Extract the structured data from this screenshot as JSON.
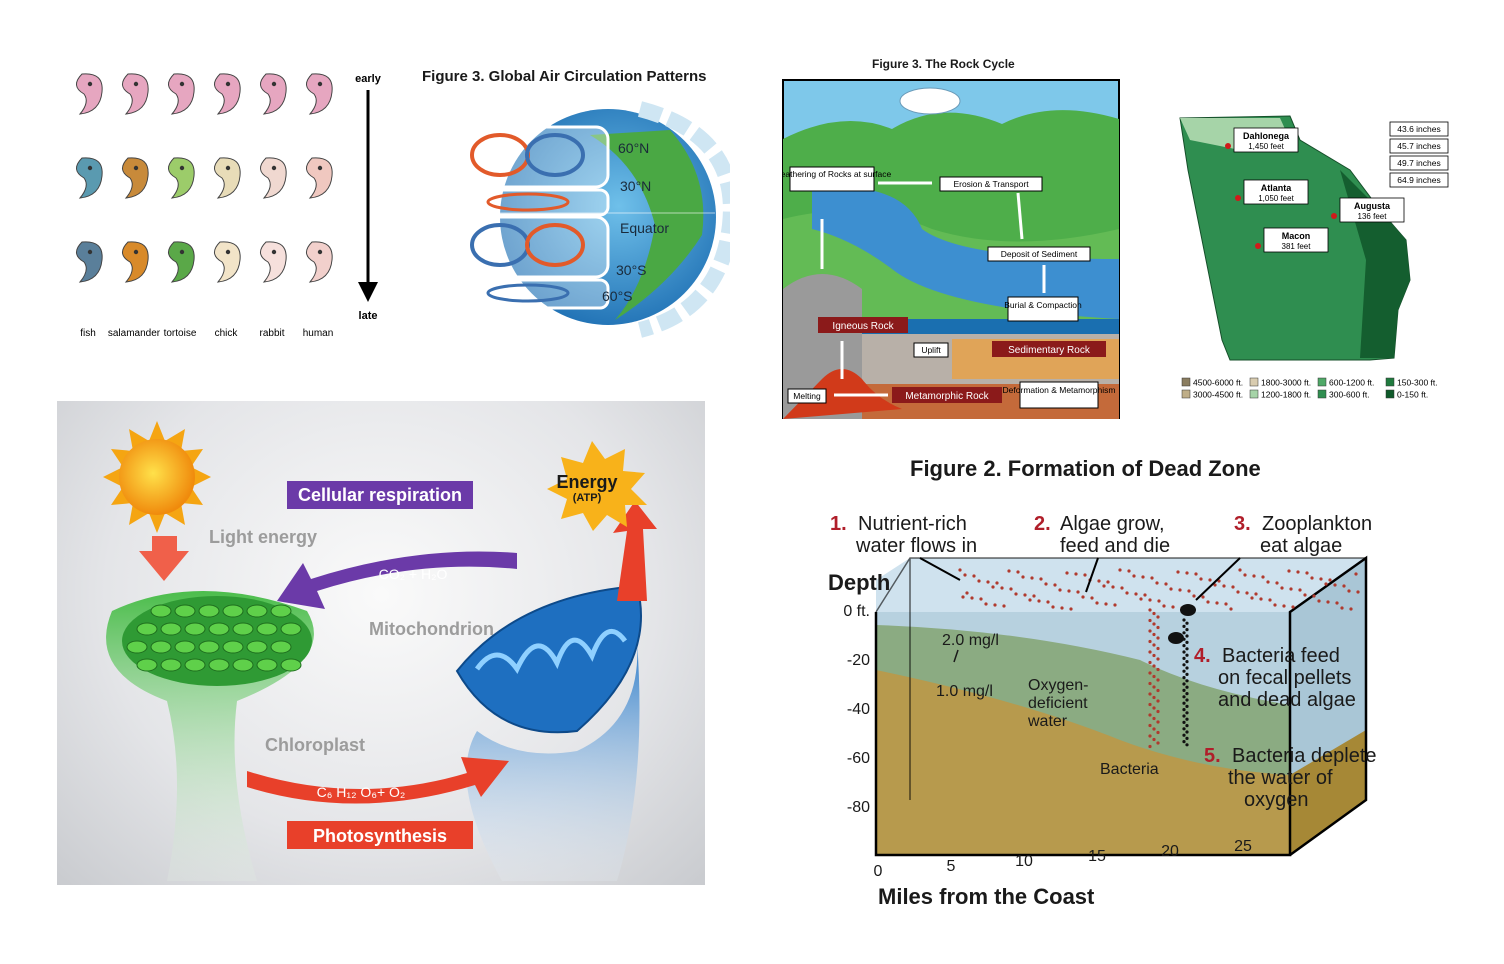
{
  "embryo": {
    "species": [
      "fish",
      "salamander",
      "tortoise",
      "chick",
      "rabbit",
      "human"
    ],
    "early": "early",
    "late": "late"
  },
  "air": {
    "title": "Figure 3. Global Air Circulation Patterns",
    "labels": [
      "60°N",
      "30°N",
      "Equator",
      "30°S",
      "60°S"
    ]
  },
  "rock": {
    "title": "Figure 3. The Rock Cycle",
    "boxes": [
      "Weathering of Rocks at surface",
      "Erosion & Transport",
      "Deposit of Sediment",
      "Burial & Compaction",
      "Uplift",
      "Deformation & Metamorphism",
      "Melting"
    ],
    "rocks": [
      "Igneous Rock",
      "Sedimentary Rock",
      "Metamorphic Rock"
    ]
  },
  "georgia": {
    "cities": [
      {
        "name": "Dahlonega",
        "elev": "1,450 feet"
      },
      {
        "name": "Atlanta",
        "elev": "1,050 feet"
      },
      {
        "name": "Augusta",
        "elev": "136 feet"
      },
      {
        "name": "Macon",
        "elev": "381 feet"
      }
    ],
    "rain": [
      "43.6 inches",
      "45.7 inches",
      "49.7 inches",
      "64.9 inches"
    ],
    "legend": [
      {
        "label": "4500-6000 ft.",
        "color": "#8a7d60"
      },
      {
        "label": "1800-3000 ft.",
        "color": "#d9ccb0"
      },
      {
        "label": "600-1200 ft.",
        "color": "#4fa867"
      },
      {
        "label": "150-300 ft.",
        "color": "#1f7a3e"
      },
      {
        "label": "3000-4500 ft.",
        "color": "#bfae88"
      },
      {
        "label": "1200-1800 ft.",
        "color": "#a6d4a8"
      },
      {
        "label": "300-600 ft.",
        "color": "#2f8e50"
      },
      {
        "label": "0-150 ft.",
        "color": "#0f5a2a"
      }
    ]
  },
  "cycle": {
    "resp": "Cellular respiration",
    "photo": "Photosynthesis",
    "light": "Light energy",
    "mito": "Mitochondrion",
    "chloro": "Chloroplast",
    "energy": "Energy",
    "atp": "(ATP)",
    "co2": "CO₂ + H₂O",
    "glucose": "C₆ H₁₂ O₆+ O₂"
  },
  "dead": {
    "title": "Figure 2. Formation of Dead Zone",
    "s1n": "1.",
    "s1a": "Nutrient-rich",
    "s1b": "water flows in",
    "s2n": "2.",
    "s2a": "Algae grow,",
    "s2b": "feed and die",
    "s3n": "3.",
    "s3a": "Zooplankton",
    "s3b": "eat algae",
    "s4n": "4.",
    "s4a": "Bacteria feed",
    "s4b": "on fecal pellets",
    "s4c": "and dead algae",
    "s5n": "5.",
    "s5a": "Bacteria deplete",
    "s5b": "the water of",
    "s5c": "oxygen",
    "depth": "Depth",
    "yticks": [
      "0 ft.",
      "-20",
      "-40",
      "-60",
      "-80"
    ],
    "xticks": [
      "0",
      "5",
      "10",
      "15",
      "20",
      "25"
    ],
    "xlabel": "Miles from the Coast",
    "c2": "2.0 mg/l",
    "c1": "1.0 mg/l",
    "oxy1": "Oxygen-",
    "oxy2": "deficient",
    "oxy3": "water",
    "bacteria": "Bacteria"
  }
}
